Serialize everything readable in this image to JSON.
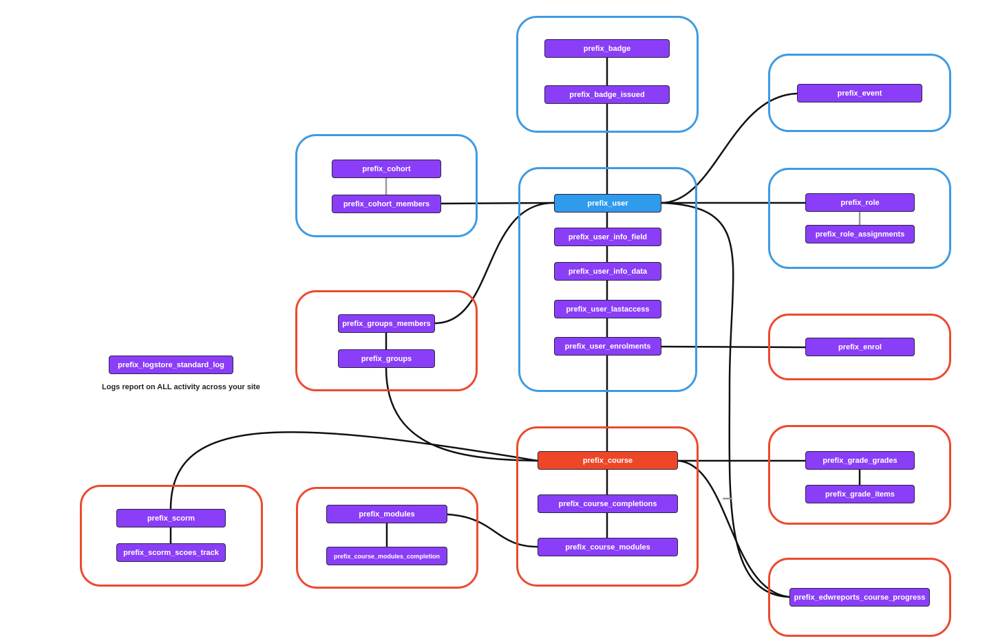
{
  "diagram": {
    "nodes": {
      "badge": "prefix_badge",
      "badge_issued": "prefix_badge_issued",
      "event": "prefix_event",
      "cohort": "prefix_cohort",
      "cohort_members": "prefix_cohort_members",
      "user": "prefix_user",
      "user_info_field": "prefix_user_info_field",
      "user_info_data": "prefix_user_info_data",
      "user_lastaccess": "prefix_user_lastaccess",
      "user_enrolments": "prefix_user_enrolments",
      "role": "prefix_role",
      "role_assignments": "prefix_role_assignments",
      "groups_members": "prefix_groups_members",
      "groups": "prefix_groups",
      "enrol": "prefix_enrol",
      "logstore": "prefix_logstore_standard_log",
      "course": "prefix_course",
      "course_completions": "prefix_course_completions",
      "course_modules": "prefix_course_modules",
      "grade_grades": "prefix_grade_grades",
      "grade_items": "prefix_grade_items",
      "scorm": "prefix_scorm",
      "scorm_scoes_track": "prefix_scorm_scoes_track",
      "modules": "prefix_modules",
      "course_modules_completion": "prefix_course_modules_completion",
      "edwreports": "prefix_edwreports_course_progress"
    },
    "logstore_note": "Logs report on ALL activity across your site",
    "colors": {
      "node": "#8a3ef7",
      "user_node": "#2f9bec",
      "course_node": "#ee4727",
      "group_blue": "#3d9be3",
      "group_red": "#ec4a2d",
      "connector": "#111111",
      "connector_light": "#999999"
    }
  }
}
